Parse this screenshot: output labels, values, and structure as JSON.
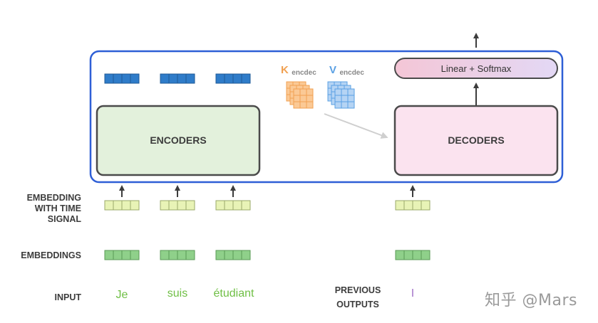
{
  "colors": {
    "outer_border": "#2e5fd6",
    "encoder_fill": "#e3f1dc",
    "decoder_fill": "#fbe3ef",
    "box_border": "#4a4a4a",
    "blue_vec": "#2f7cc9",
    "emb_time": "#e8f3b6",
    "emb": "#8fd08a",
    "word_green": "#6fbf45",
    "word_purple": "#a475c9",
    "k_orange": "#f1a152",
    "k_fill": "#fbc995",
    "v_blue": "#5aa0e3",
    "v_fill": "#b5d4f4",
    "arrow": "#3c3c3c",
    "grey_arrow": "#cfcfcf"
  },
  "diagram": {
    "encoders_label": "ENCODERS",
    "decoders_label": "DECODERS",
    "linear_softmax_label": "Linear + Softmax",
    "k_label": {
      "main": "K",
      "sub": "encdec"
    },
    "v_label": {
      "main": "V",
      "sub": "encdec"
    }
  },
  "row_labels": {
    "embedding_time": [
      "EMBEDDING",
      "WITH TIME",
      "SIGNAL"
    ],
    "embeddings": "EMBEDDINGS",
    "input": "INPUT",
    "previous_outputs": [
      "PREVIOUS",
      "OUTPUTS"
    ]
  },
  "inputs": [
    "Je",
    "suis",
    "étudiant"
  ],
  "previous_outputs_tokens": [
    "I"
  ],
  "watermark": "知乎 @Mars"
}
